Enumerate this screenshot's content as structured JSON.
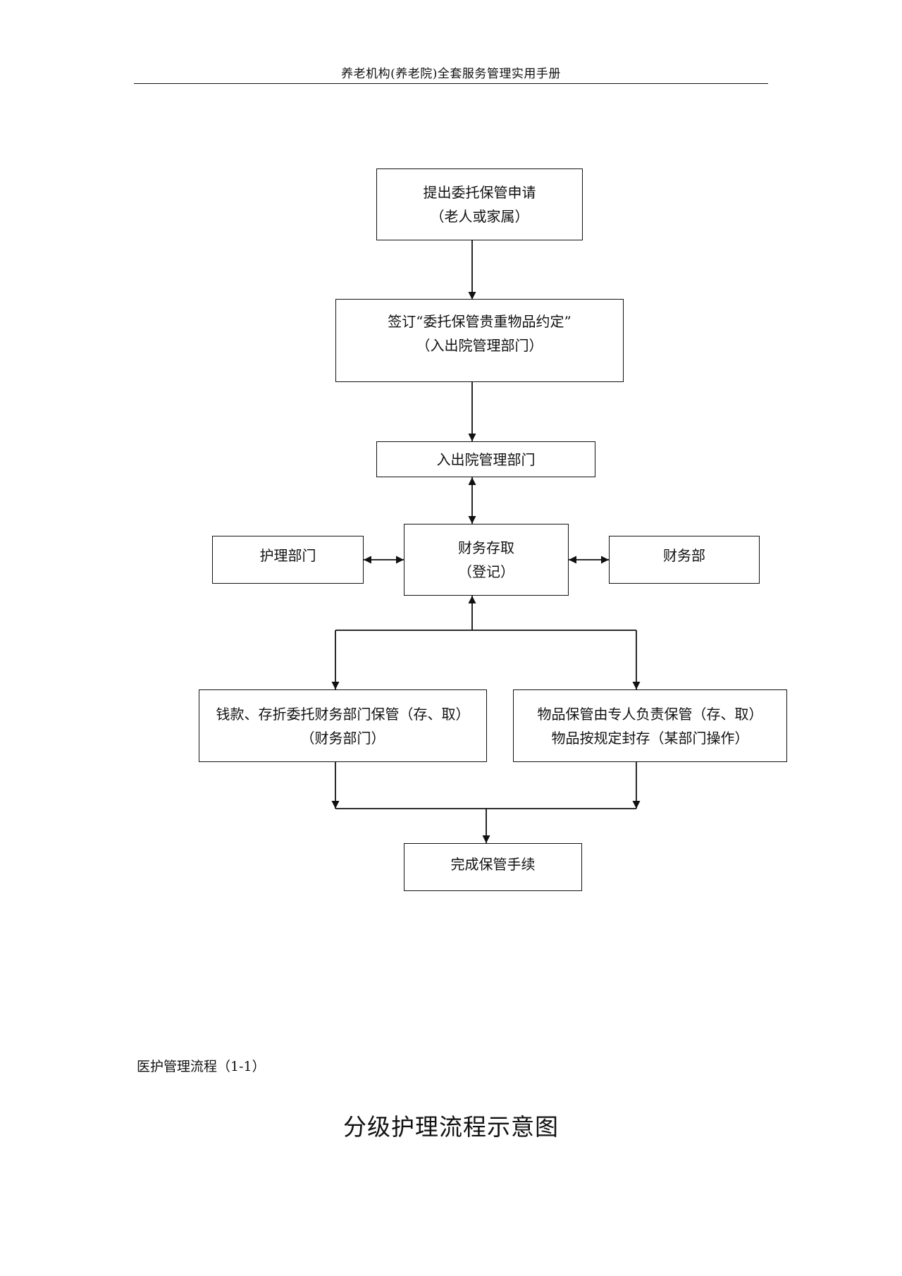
{
  "header": {
    "title": "养老机构(养老院)全套服务管理实用手册"
  },
  "flowchart": {
    "apply": {
      "line1": "提出委托保管申请",
      "line2": "（老人或家属）"
    },
    "sign": {
      "line1": "签订“委托保管贵重物品约定”",
      "line2": "（入出院管理部门）"
    },
    "admission": {
      "line1": "入出院管理部门"
    },
    "finance_access": {
      "line1": "财务存取",
      "line2": "（登记）"
    },
    "nursing": {
      "line1": "护理部门"
    },
    "finance_dept": {
      "line1": "财务部"
    },
    "money": {
      "line1": "钱款、存折委托财务部门保管（存、取）",
      "line2": "（财务部门）"
    },
    "items": {
      "line1": "物品保管由专人负责保管（存、取）",
      "line2": "物品按规定封存（某部门操作）"
    },
    "complete": {
      "line1": "完成保管手续"
    }
  },
  "section": {
    "label": "医护管理流程（1-1）"
  },
  "next_title": "分级护理流程示意图"
}
